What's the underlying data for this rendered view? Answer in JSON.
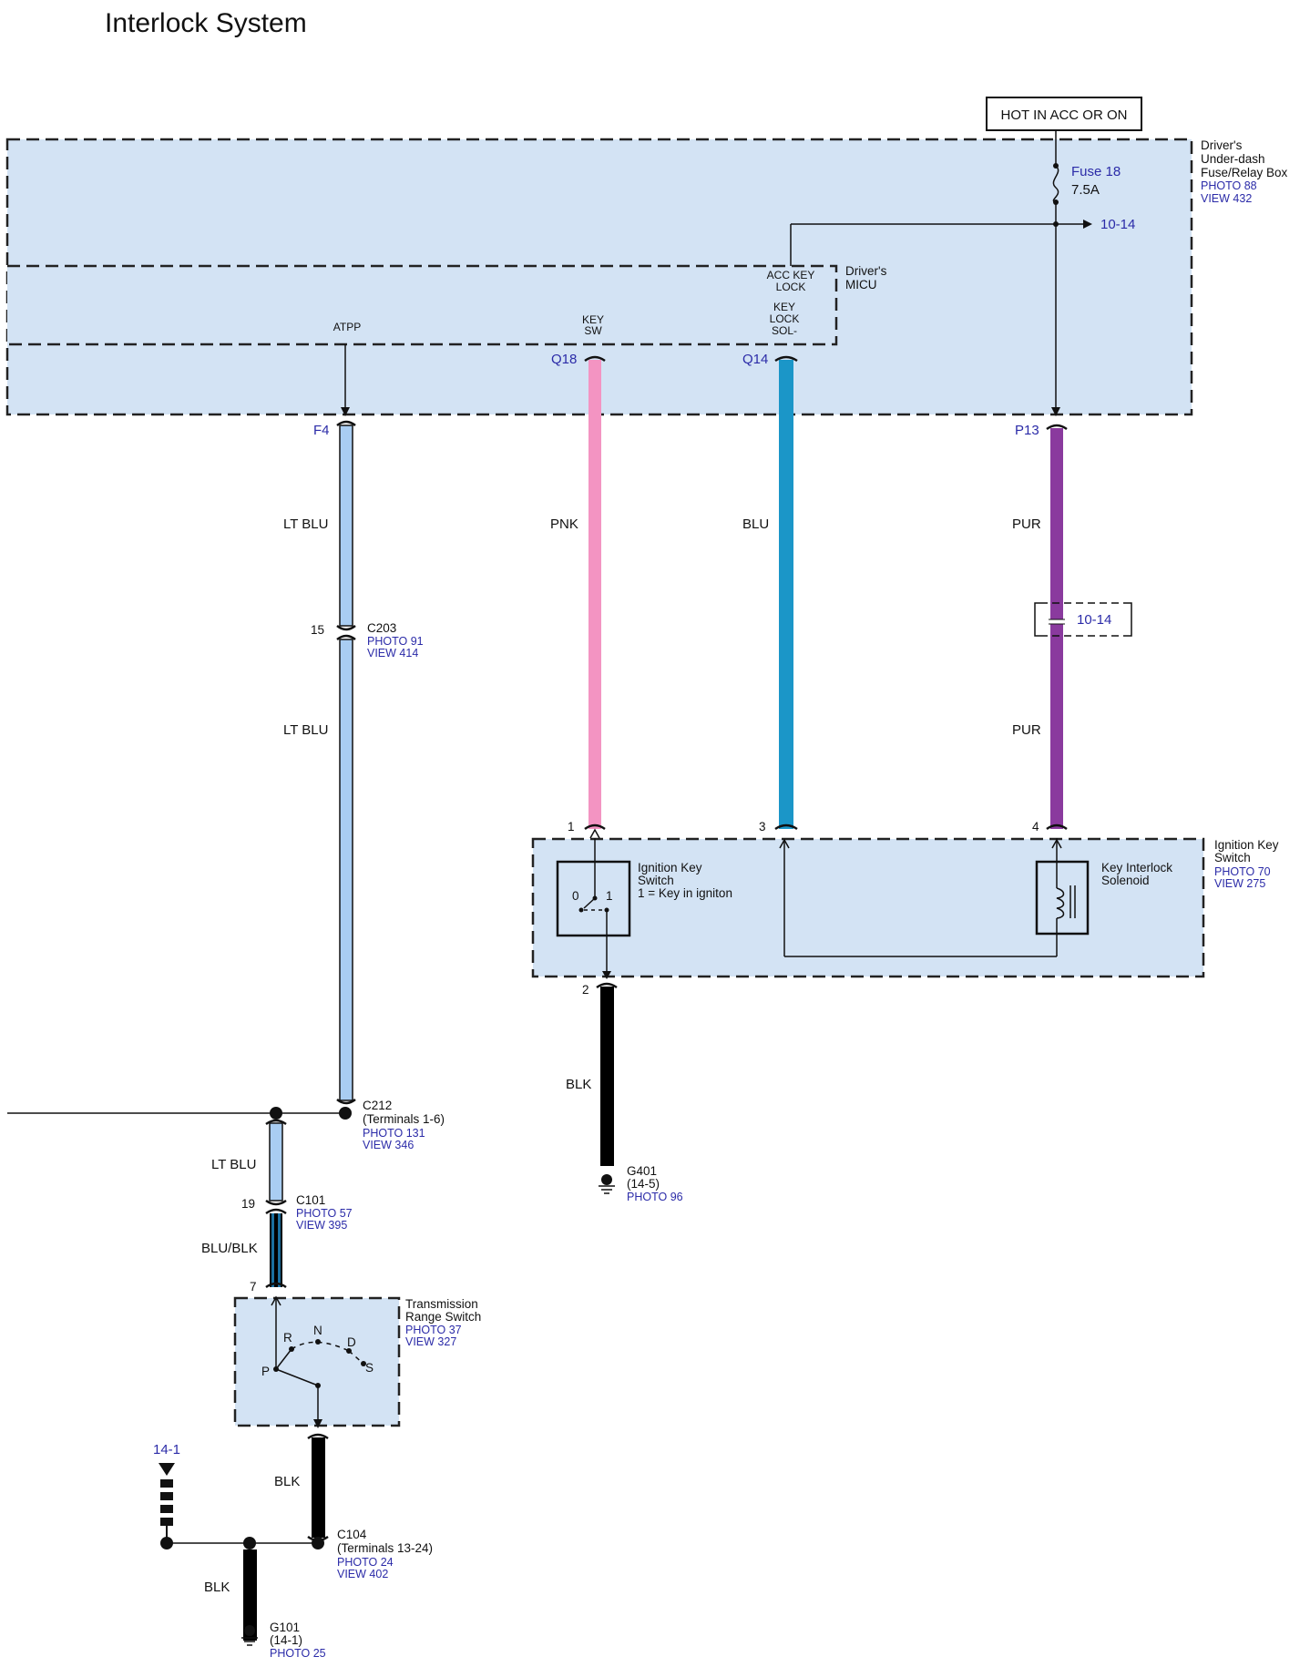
{
  "title": "Interlock System",
  "colors": {
    "module_fill": "#d3e3f4",
    "ref_text": "#2b2ba8",
    "wire_lt_blu": "#a9cdf2",
    "wire_pnk": "#f394c2",
    "wire_blu": "#1b96c8",
    "wire_pur": "#8a3a9e",
    "wire_blk": "#000000"
  },
  "power": {
    "label": "HOT IN ACC OR ON"
  },
  "fuse_box": {
    "name_lines": [
      "Driver's",
      "Under-dash",
      "Fuse/Relay Box"
    ],
    "photo": "PHOTO 88",
    "view": "VIEW 432",
    "fuse": "Fuse 18",
    "rating": "7.5A",
    "ref_out": "10-14"
  },
  "micu": {
    "name_lines": [
      "Driver's",
      "MICU"
    ],
    "pins": {
      "atpp": "ATPP",
      "key_sw": [
        "KEY",
        "SW"
      ],
      "acc_key_lock": [
        "ACC KEY",
        "LOCK"
      ],
      "key_lock_sol": [
        "KEY",
        "LOCK",
        "SOL-"
      ]
    }
  },
  "terminals": {
    "f4": "F4",
    "q18": "Q18",
    "q14": "Q14",
    "p13": "P13"
  },
  "wires": {
    "lt_blu": "LT BLU",
    "pnk": "PNK",
    "blu": "BLU",
    "pur": "PUR",
    "blu_blk": "BLU/BLK",
    "blk": "BLK",
    "pur_ref": "10-14"
  },
  "c203": {
    "pin": "15",
    "name": "C203",
    "photo": "PHOTO 91",
    "view": "VIEW 414"
  },
  "c212": {
    "name": "C212",
    "desc": "(Terminals 1-6)",
    "photo": "PHOTO 131",
    "view": "VIEW 346"
  },
  "c101": {
    "pin_top": "19",
    "pin_bottom": "7",
    "name": "C101",
    "photo": "PHOTO 57",
    "view": "VIEW 395"
  },
  "ignition_key_switch": {
    "name_lines": [
      "Ignition Key",
      "Switch"
    ],
    "photo": "PHOTO 70",
    "view": "VIEW 275",
    "pins": [
      "1",
      "3",
      "4",
      "2"
    ],
    "switch_lines": [
      "Ignition Key",
      "Switch",
      "1 = Key in igniton"
    ],
    "switch_pos": [
      "0",
      "1"
    ],
    "solenoid_lines": [
      "Key Interlock",
      "Solenoid"
    ]
  },
  "g401": {
    "name": "G401",
    "ref": "(14-5)",
    "photo": "PHOTO 96"
  },
  "transmission_range_switch": {
    "name_lines": [
      "Transmission",
      "Range Switch"
    ],
    "photo": "PHOTO 37",
    "view": "VIEW 327",
    "positions": [
      "R",
      "N",
      "D",
      "P",
      "S"
    ]
  },
  "c104": {
    "name": "C104",
    "desc": "(Terminals 13-24)",
    "photo": "PHOTO 24",
    "view": "VIEW 402"
  },
  "ref_14_1": "14-1",
  "g101": {
    "name": "G101",
    "ref": "(14-1)",
    "photo": "PHOTO 25"
  }
}
